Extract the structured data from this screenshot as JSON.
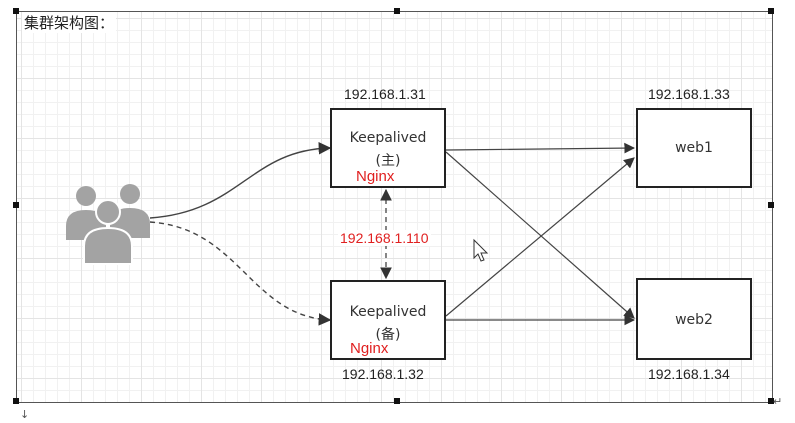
{
  "title": "集群架构图：",
  "nodes": {
    "master": {
      "ip": "192.168.1.31",
      "name": "Keepalived",
      "role": "(主)",
      "service": "Nginx"
    },
    "backup": {
      "ip": "192.168.1.32",
      "name": "Keepalived",
      "role": "(备)",
      "service": "Nginx"
    },
    "web1": {
      "ip": "192.168.1.33",
      "name": "web1"
    },
    "web2": {
      "ip": "192.168.1.34",
      "name": "web2"
    }
  },
  "vip": "192.168.1.110",
  "colors": {
    "accent_red": "#e02020",
    "line": "#444444",
    "grid": "#e4e4e4"
  },
  "icons": {
    "users": "users-group-icon",
    "cursor": "mouse-cursor-icon"
  },
  "marks": {
    "return_mark": "↵",
    "bottom_mark": "↓"
  }
}
